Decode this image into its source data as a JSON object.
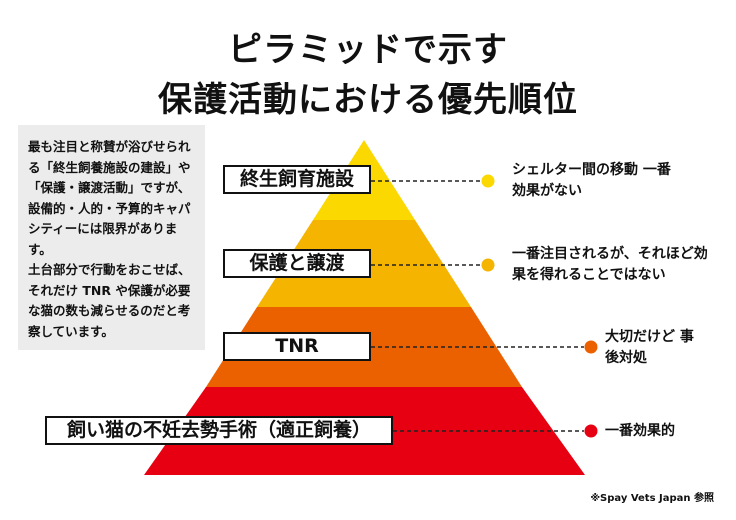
{
  "title": {
    "line1": "ピラミッドで示す",
    "line2": "保護活動における優先順位"
  },
  "note": {
    "paragraph1": "最も注目と称賛が浴びせられる「終生飼養施設の建設」や「保護・譲渡活動」ですが、設備的・人的・予算的キャパシティーには限界があります。",
    "paragraph2": "土台部分で行動をおこせば、それだけ TNR や保護が必要な猫の数も減らせるのだと考察しています。"
  },
  "tiers": [
    {
      "label": "終生飼育施設",
      "description": "シェルター間の移動 一番効果がない",
      "color": "#fbd800"
    },
    {
      "label": "保護と譲渡",
      "description": "一番注目されるが、それほど効果を得れることではない",
      "color": "#f5b400"
    },
    {
      "label": "TNR",
      "description": "大切だけど 事後対処",
      "color": "#eb6100"
    },
    {
      "label": "飼い猫の不妊去勢手術（適正飼養）",
      "description": "一番効果的",
      "color": "#e60012"
    }
  ],
  "footer": "※Spay Vets Japan 参照"
}
